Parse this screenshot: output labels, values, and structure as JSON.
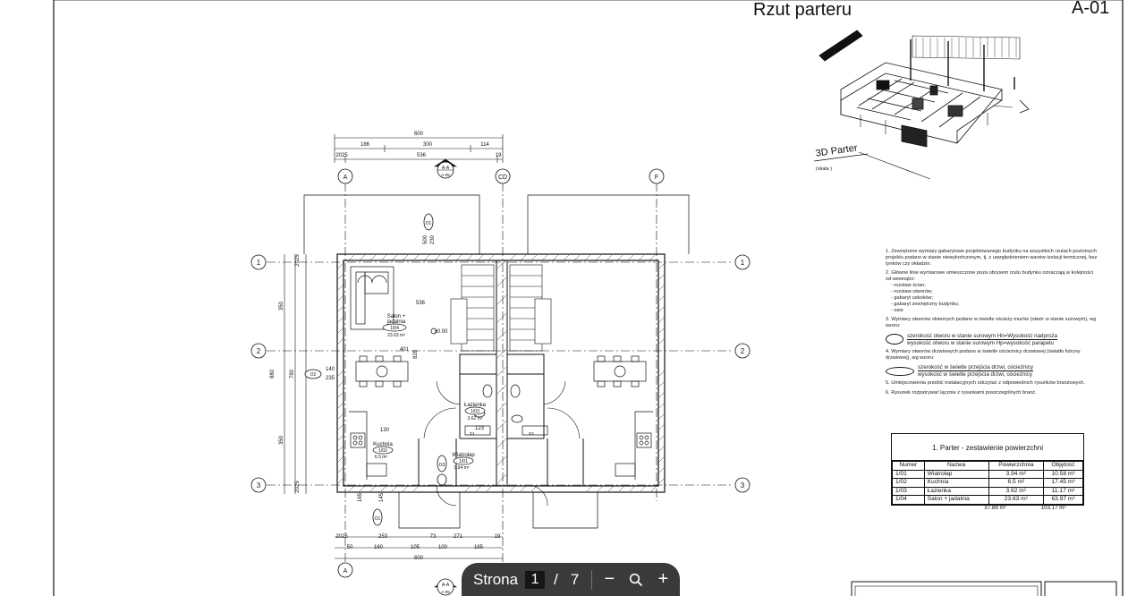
{
  "sheet": {
    "title": "Rzut parteru",
    "number": "A-01"
  },
  "view3d": {
    "caption": "3D Parter",
    "scale": "(skala )"
  },
  "plan": {
    "grid_axes": {
      "letters": [
        "A",
        "CD",
        "F"
      ],
      "numbers": [
        "1",
        "2",
        "3"
      ]
    },
    "section_marker": {
      "label": "A-A",
      "ref": "A-05"
    },
    "window_tags": [
      "O1",
      "O2",
      "O1",
      "O3",
      "D1",
      "D2"
    ],
    "dims_top": [
      "600",
      "186",
      "300",
      "114",
      "2025",
      "536",
      "19"
    ],
    "dims_bottom": [
      "2025",
      "253",
      "73",
      "271",
      "19",
      "50",
      "160",
      "105",
      "100",
      "165",
      "600"
    ],
    "dims_left": [
      "2025",
      "350",
      "880",
      "140",
      "790",
      "350",
      "2025"
    ],
    "dims_misc": [
      "500",
      "230",
      "536",
      "401",
      "828",
      "130",
      "165",
      "145",
      "123"
    ],
    "level_mark": "±0.00",
    "rooms": [
      {
        "name": "Salon +\njadalnia",
        "id": "1/04",
        "area": "23.63 m²"
      },
      {
        "name": "Łazienka",
        "id": "1/03",
        "area": "3.62 m²"
      },
      {
        "name": "Kuchnia",
        "id": "1/02",
        "area": "6.5 m²"
      },
      {
        "name": "Wiatrołap",
        "id": "1/01",
        "area": "3.94 m²"
      }
    ]
  },
  "notes": {
    "n1": "1. Zewnętrzne wymiary gabarytowe projektowanego budynku na wszystkich rzutach poziomych projektu podano w stanie niewykończonym, tj. z uwzględnieniem warstw izolacji termicznej, bez tynków czy okładzin.",
    "n2": "2. Główne linie wymiarowe umieszczone poza obrysem rzutu budynku oznaczają w kolejności od wewnątrz:",
    "n2_items": [
      "- rozstaw ścian;",
      "- rozstaw otworów;",
      "- gabaryt uskoków;",
      "- gabaryt zewnętrzny budynku;",
      "- osie"
    ],
    "n3": "3. Wymiary otworów okiennych podano w świetle ościeży murów (otwór w stanie surowym), wg wzoru:",
    "legend1_a": "szerokość otworu w stanie surowym  Hn=Wysokość nadproża",
    "legend1_b": "wysokość otworu w stanie surowym  Hp=wysokość parapetu",
    "n4": "4. Wymiary otworów drzwiowych podano w świetle ościeżnicy drzwiowej (światło futryny drzwiowej), wg wzoru:",
    "legend2_a": "szerokość w świetle przejścia drzwi, ościeżnicy",
    "legend2_b": "wysokość w świetle przejścia drzwi, ościeżnicy",
    "n5": "5. Umiejscowienia przebić instalacyjnych odczytać z odpowiednich rysunków branżowych.",
    "n6": "6. Rysunek rozpatrywać łącznie z rysunkami poszczególnych branż."
  },
  "area_table": {
    "title": "1. Parter - zestawienie powierzchni",
    "headers": [
      "Numer",
      "Nazwa",
      "Powierzchnia",
      "Objętość"
    ],
    "rows": [
      [
        "1/01",
        "Wiatrołap",
        "3.94 m²",
        "10.58 m³"
      ],
      [
        "1/02",
        "Kuchnia",
        "6.5 m²",
        "17.45 m³"
      ],
      [
        "1/03",
        "Łazienka",
        "3.62 m²",
        "11.17 m³"
      ],
      [
        "1/04",
        "Salon + jadalnia",
        "23.63 m²",
        "63.97 m³"
      ]
    ],
    "totals": [
      "37.88 m²",
      "103.17 m³"
    ]
  },
  "pager": {
    "label": "Strona",
    "current": "1",
    "separator": "/",
    "total": "7",
    "zoom_out": "−",
    "zoom_icon": "⌕",
    "zoom_in": "+"
  },
  "colors": {
    "pager_bg": "#3a3a3a",
    "ink": "#111111"
  }
}
